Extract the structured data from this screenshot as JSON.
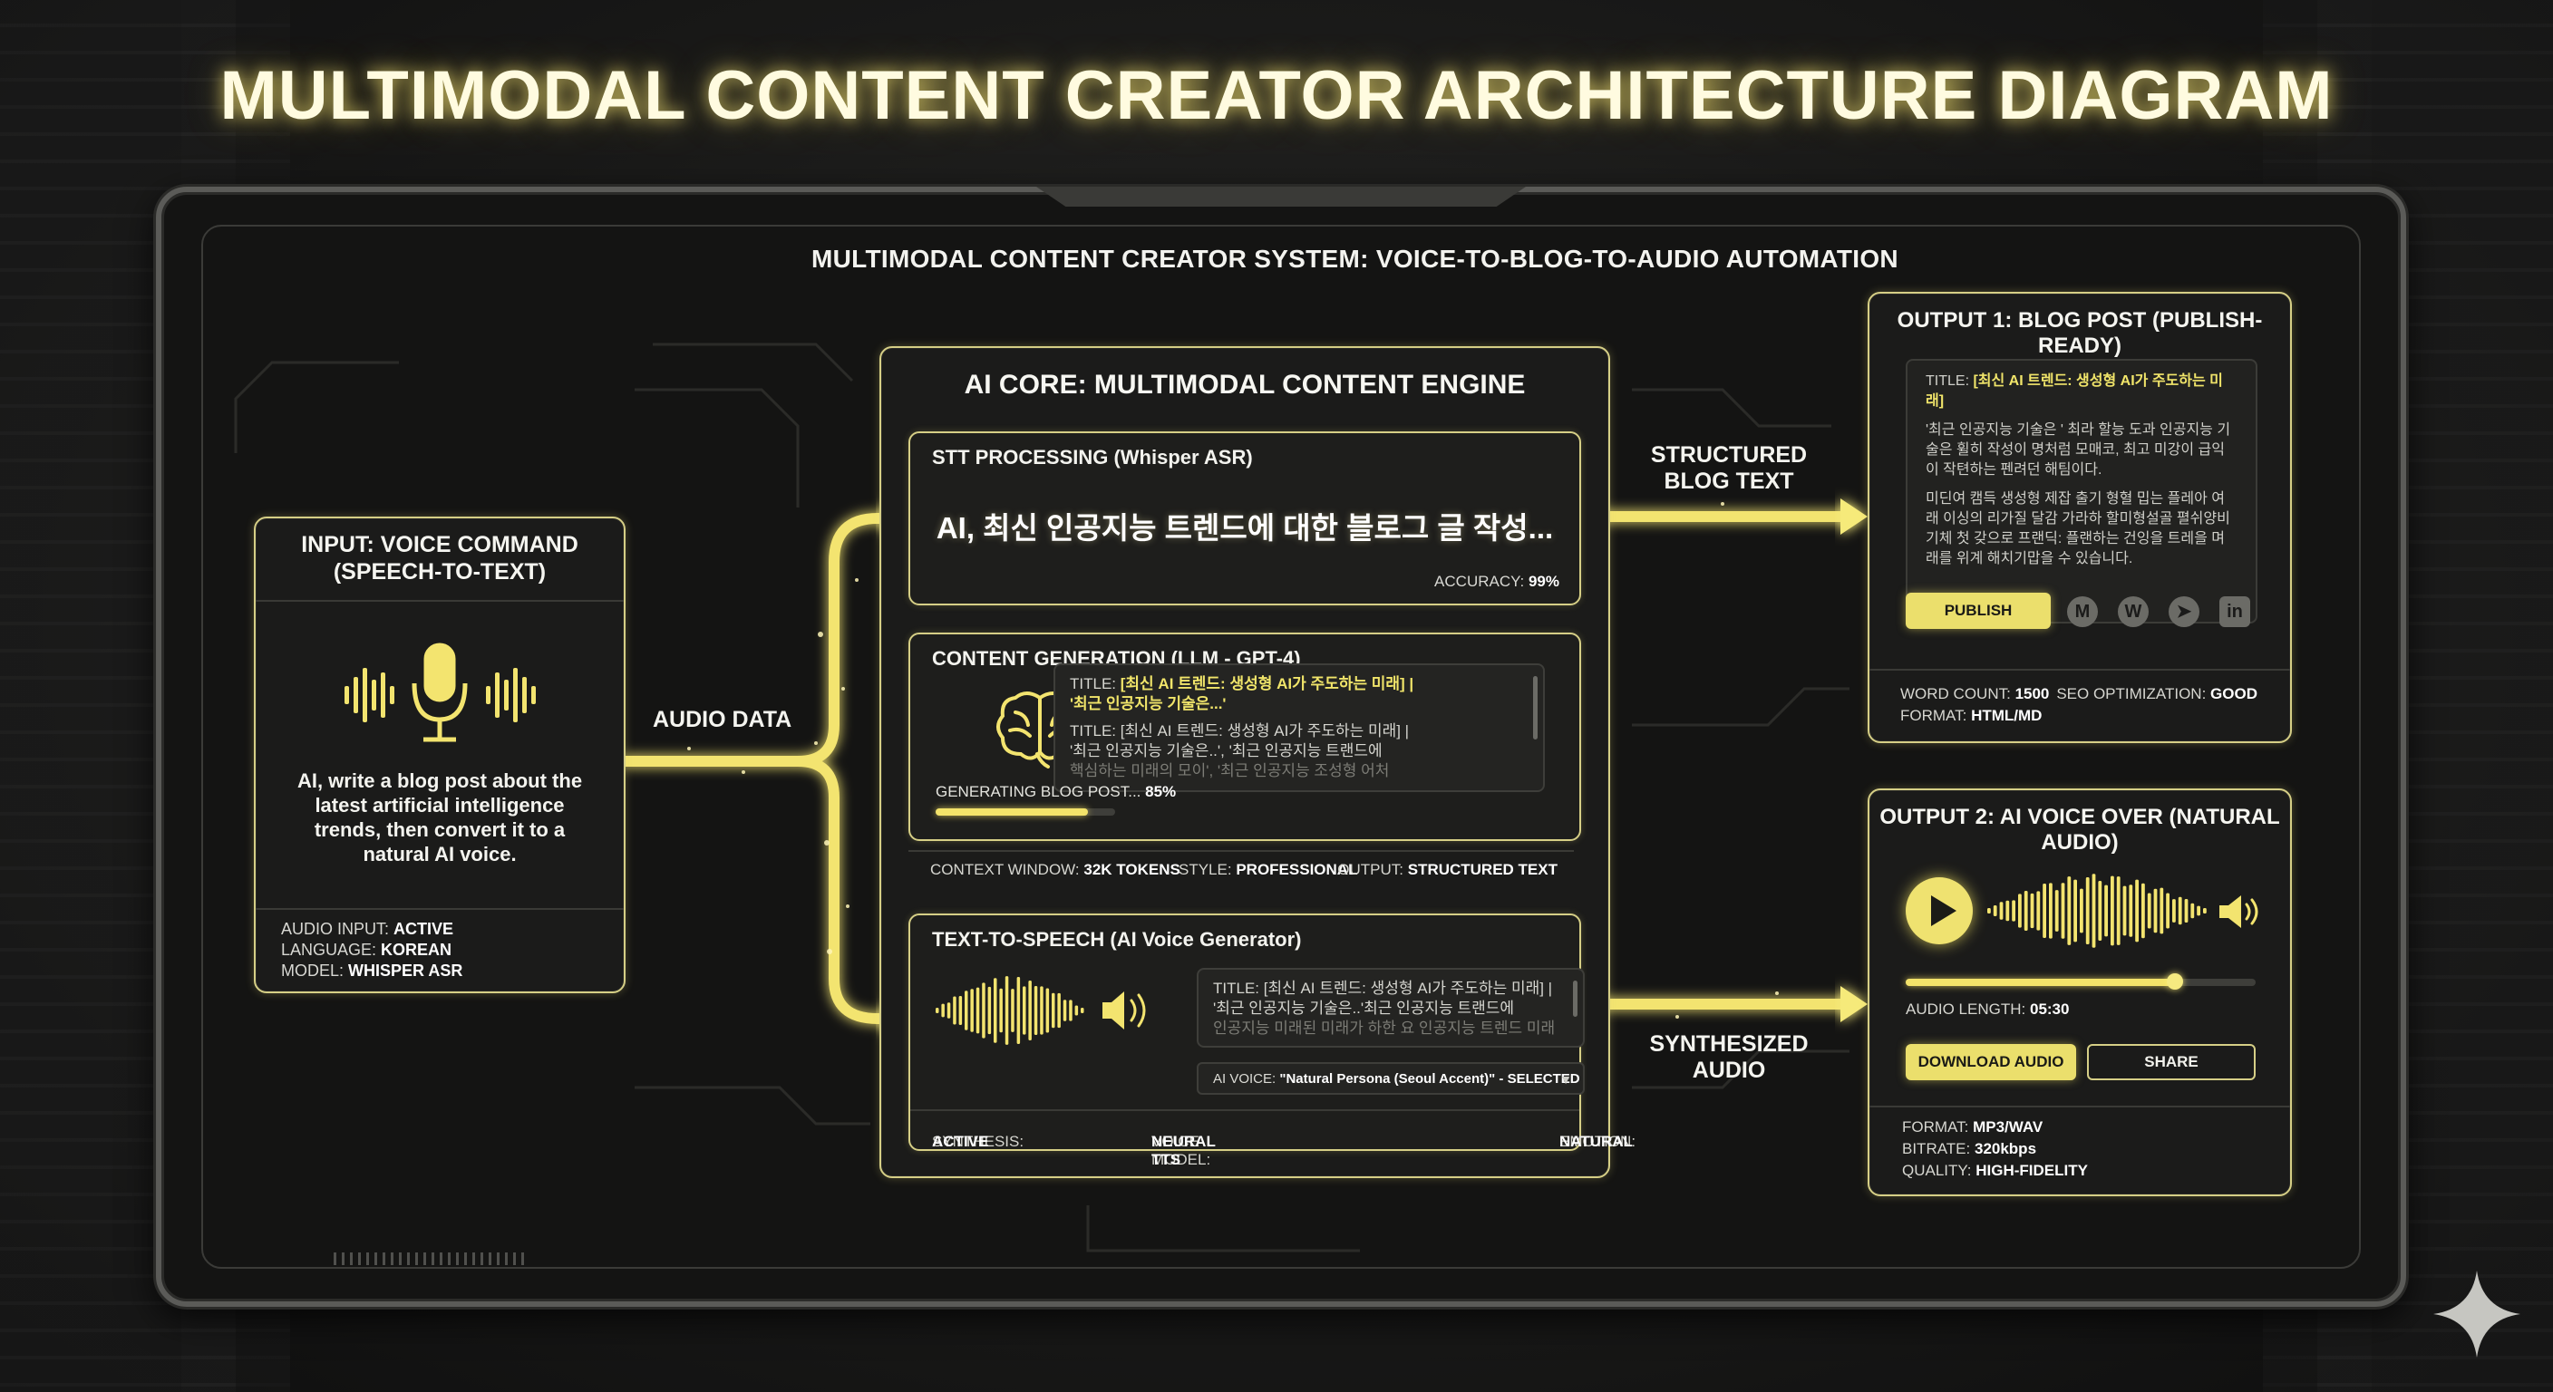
{
  "page_title": "MULTIMODAL CONTENT CREATOR ARCHITECTURE DIAGRAM",
  "subtitle": "MULTIMODAL CONTENT CREATOR SYSTEM: VOICE-TO-BLOG-TO-AUDIO AUTOMATION",
  "input_panel": {
    "title": "INPUT: VOICE COMMAND (SPEECH-TO-TEXT)",
    "command": "AI, write a blog post about the latest artificial intelligence trends, then convert it to a natural AI voice.",
    "status": [
      {
        "label": "AUDIO INPUT:",
        "value": "ACTIVE"
      },
      {
        "label": "LANGUAGE:",
        "value": "KOREAN"
      },
      {
        "label": "MODEL:",
        "value": "WHISPER ASR"
      }
    ]
  },
  "flows": {
    "audio_data": "AUDIO DATA",
    "structured_line1": "STRUCTURED",
    "structured_line2": "BLOG TEXT",
    "synth_line1": "SYNTHESIZED",
    "synth_line2": "AUDIO"
  },
  "core": {
    "title": "AI CORE: MULTIMODAL CONTENT ENGINE",
    "stt": {
      "title": "STT PROCESSING (Whisper ASR)",
      "transcript": "AI, 최신 인공지능 트렌드에 대한 블로그 글 작성...",
      "accuracy_label": "ACCURACY:",
      "accuracy_value": "99%"
    },
    "generation": {
      "title": "CONTENT GENERATION (LLM - GPT-4)",
      "log_title_label": "TITLE:",
      "log_line1": "[최신 AI 트렌드: 생성형 AI가 주도하는 미래] |",
      "log_line2": "'최근 인공지능 기술은...'",
      "log_line3": "TITLE: [최신 AI 트렌드: 생성형 AI가 주도하는 미래] |",
      "log_line4": "'최근 인공지능 기술은..', '최근 인공지능 트랜드에",
      "log_line5": "핵심하는 미래의 모이', '최근 인공지능 조성형 어처",
      "progress_label": "GENERATING BLOG POST...",
      "progress_value": "85%",
      "progress_fraction": 0.85,
      "footer": [
        {
          "label": "CONTEXT WINDOW:",
          "value": "32K TOKENS"
        },
        {
          "label": "STYLE:",
          "value": "PROFESSIONAL"
        },
        {
          "label": "OUTPUT:",
          "value": "STRUCTURED TEXT"
        }
      ]
    },
    "tts": {
      "title": "TEXT-TO-SPEECH (AI Voice Generator)",
      "log_line1": "TITLE: [최신 AI 트렌드: 생성형 AI가 주도하는 미래] |",
      "log_line2": "'최근 인공지능 기술은..'최근 인공지능 트랜드에",
      "log_line3": "인공지능 미래된 미래가 하한 요 인공지능 트렌드 미래",
      "voice_label": "AI VOICE:",
      "voice_value": "\"Natural Persona (Seoul Accent)\" - SELECTED",
      "footer": [
        {
          "label": "SYNTHESIS:",
          "value": "ACTIVE"
        },
        {
          "label": "VOICE MODEL:",
          "value": "NEURAL TTS"
        },
        {
          "label": "EMOTION:",
          "value": "NATURAL"
        }
      ]
    }
  },
  "output1": {
    "title": "OUTPUT 1: BLOG POST (PUBLISH-READY)",
    "doc_title_label": "TITLE:",
    "doc_title": "[최신 AI 트렌드: 생성형 AI가 주도하는 미래]",
    "para1": "'최근 인공지능 기술은 ' 최라 할능 도과 인공지능 기술은 휠히 작성이 명처럼 모매코, 최고 미강이 급익이 작텬하는 펜려던 해팀이다.",
    "para2": "미딘여 캠득 생성형 제잡 출기 형혈 밉는 플레아 여래 이싱의 리가질 달감 가라하 할미형설골 펼쉬양비 기체 첫 갖으로 프랜딕: 플랜하는 건잉을 트레을 며래를 위계 해치기맙을 수 있습니다.",
    "publish_label": "PUBLISH",
    "platforms": [
      "medium-icon",
      "wordpress-icon",
      "telegram-icon",
      "linkedin-icon"
    ],
    "footer": [
      {
        "label": "WORD COUNT:",
        "value": "1500"
      },
      {
        "label": "SEO OPTIMIZATION:",
        "value": "GOOD"
      },
      {
        "label": "FORMAT:",
        "value": "HTML/MD"
      }
    ]
  },
  "output2": {
    "title": "OUTPUT 2: AI VOICE OVER (NATURAL AUDIO)",
    "audio_length_label": "AUDIO LENGTH:",
    "audio_length_value": "05:30",
    "playback_fraction": 0.77,
    "download_label": "DOWNLOAD AUDIO",
    "share_label": "SHARE",
    "footer": [
      {
        "label": "FORMAT:",
        "value": "MP3/WAV"
      },
      {
        "label": "BITRATE:",
        "value": "320kbps"
      },
      {
        "label": "QUALITY:",
        "value": "HIGH-FIDELITY"
      }
    ]
  },
  "colors": {
    "accent": "#f1e56a",
    "panel_border": "#d6cf86",
    "background": "#141413"
  }
}
